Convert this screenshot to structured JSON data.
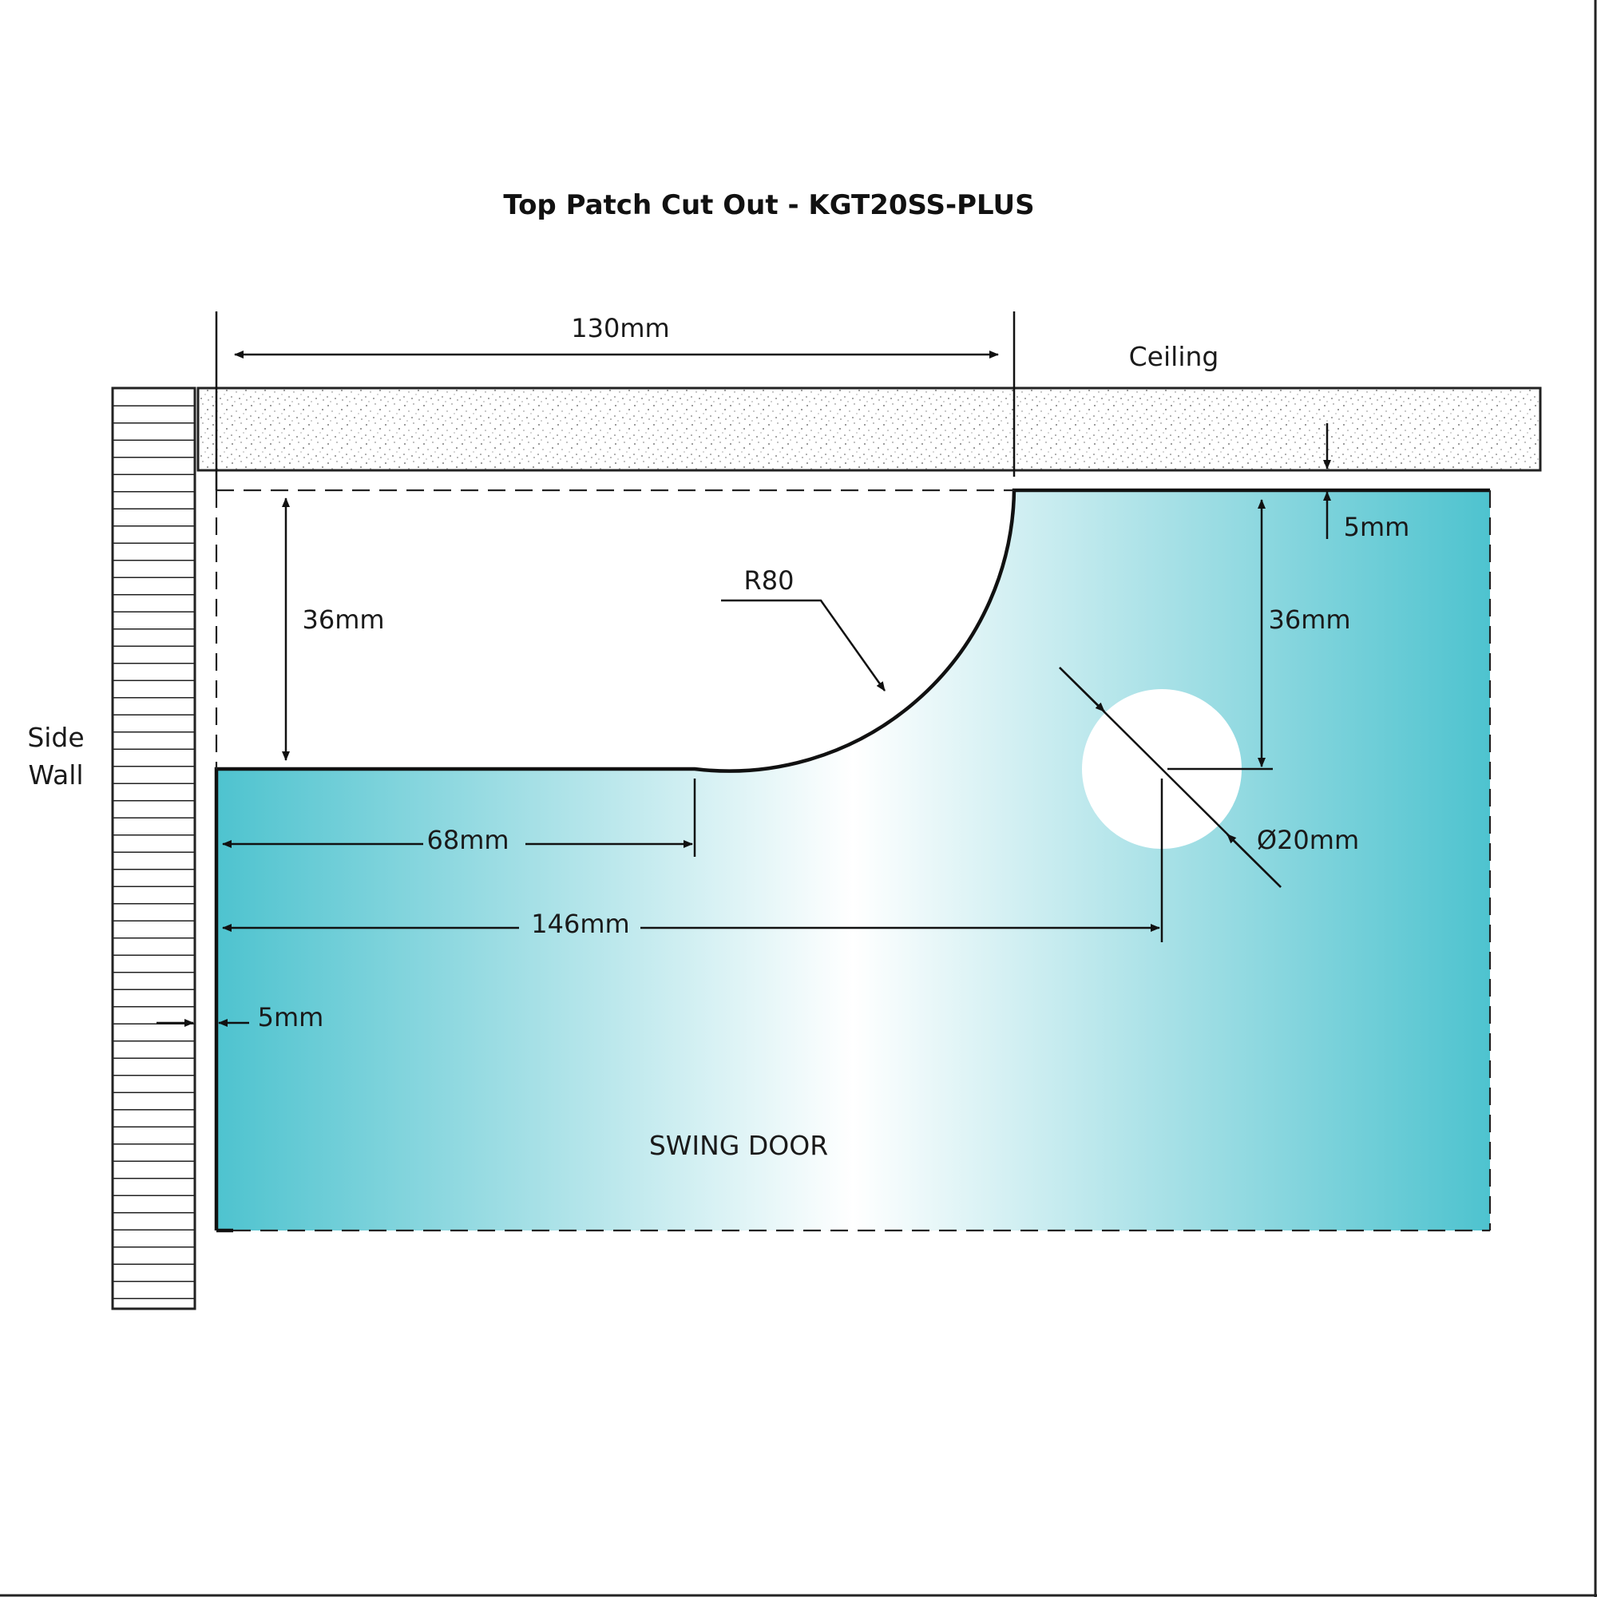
{
  "title": "Top Patch Cut Out - KGT20SS-PLUS",
  "labels": {
    "ceiling": "Ceiling",
    "side_wall_line1": "Side",
    "side_wall_line2": "Wall",
    "swing_door": "SWING DOOR",
    "radius": "R80"
  },
  "dimensions": {
    "notch_width": "130mm",
    "notch_depth": "36mm",
    "hole_depth": "36mm",
    "ceiling_gap": "5mm",
    "wall_gap": "5mm",
    "radius_start": "68mm",
    "hole_center": "146mm",
    "hole_diameter": "Ø20mm"
  },
  "colors": {
    "glass_edge": "#4ec3cf",
    "glass_center": "#ffffff",
    "outline": "#111111"
  }
}
